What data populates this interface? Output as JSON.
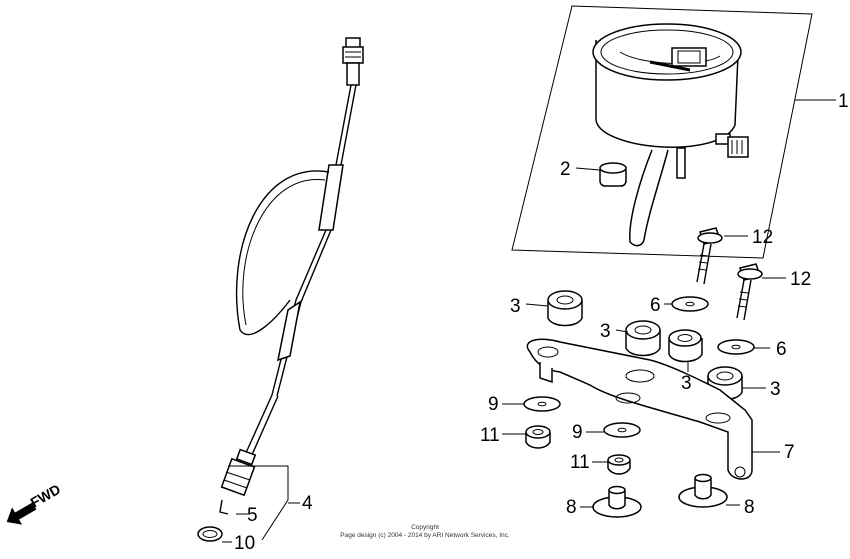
{
  "callouts": {
    "c1": "1",
    "c2": "2",
    "c3a": "3",
    "c3b": "3",
    "c3c": "3",
    "c3d": "3",
    "c4": "4",
    "c5": "5",
    "c6a": "6",
    "c6b": "6",
    "c7": "7",
    "c8a": "8",
    "c8b": "8",
    "c9a": "9",
    "c9b": "9",
    "c10": "10",
    "c11a": "11",
    "c11b": "11",
    "c12a": "12",
    "c12b": "12"
  },
  "direction": {
    "label": "FWD",
    "icon": "forward-arrow-icon"
  },
  "copyright": {
    "line1": "Copyright",
    "line2": "Page design (c) 2004 - 2014 by ARI Network Services, Inc."
  }
}
